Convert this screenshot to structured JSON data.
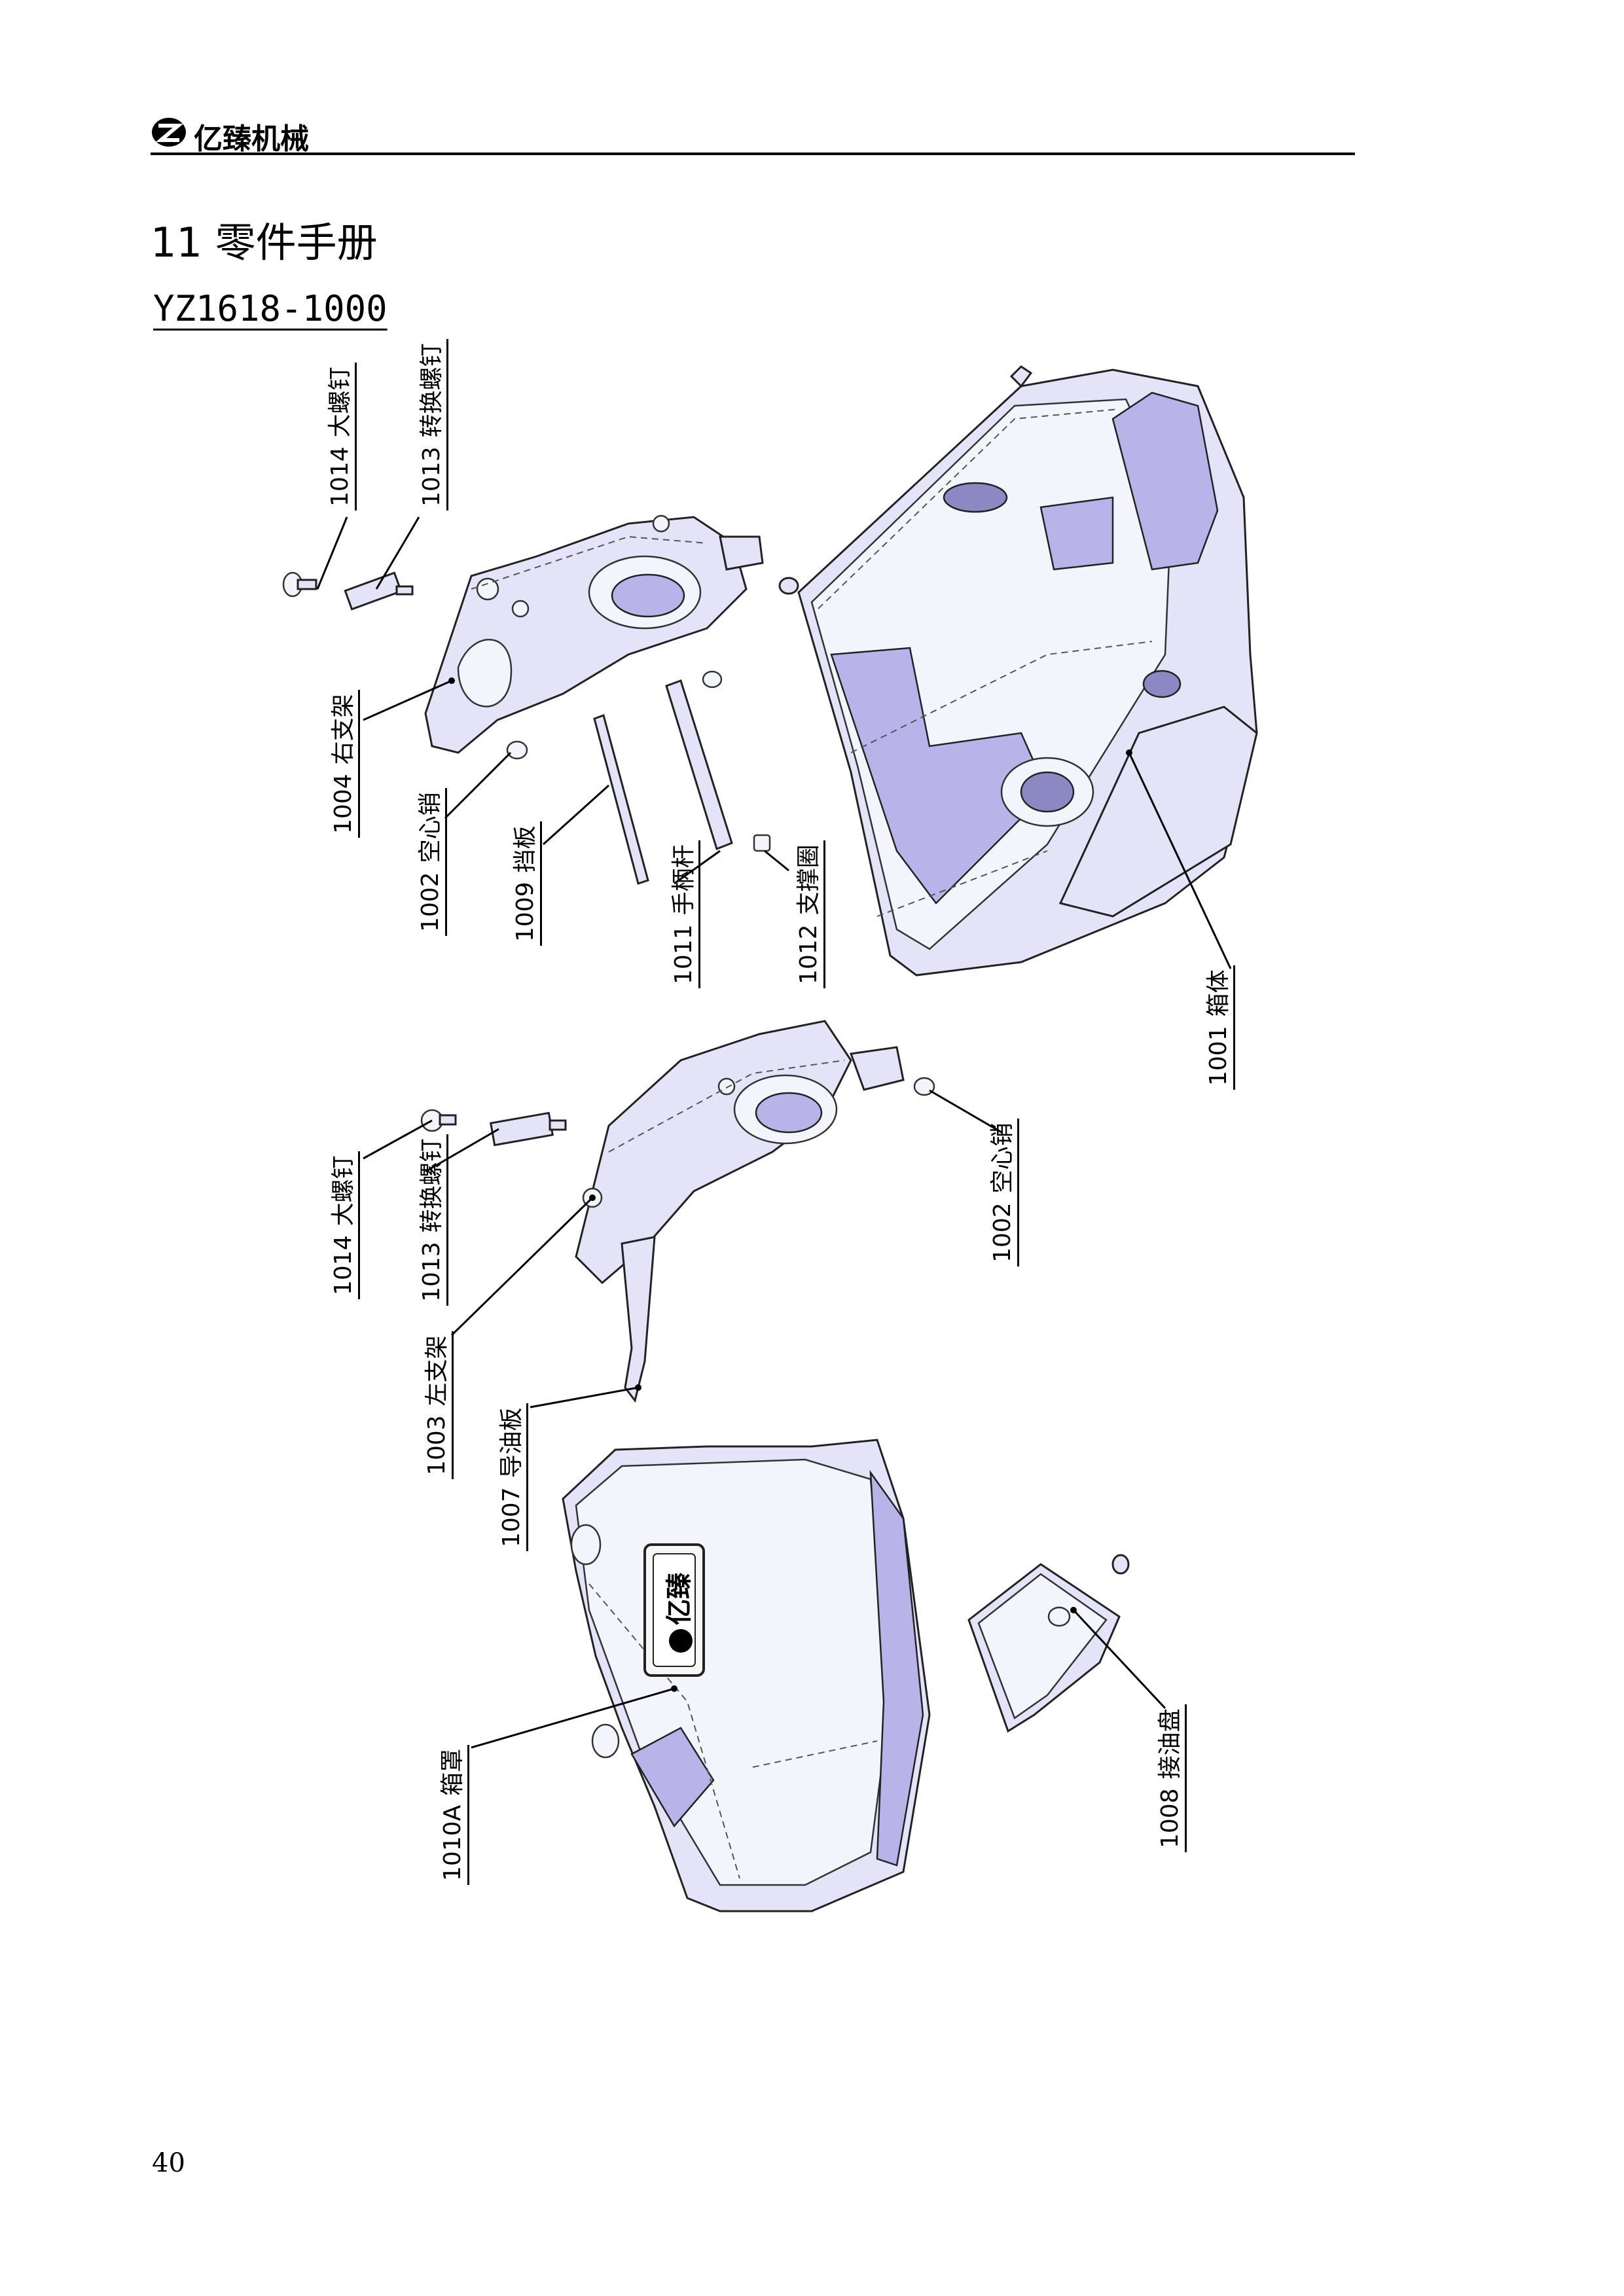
{
  "header": {
    "logo_icon": "yizhen-logo-icon",
    "brand": "亿臻机械"
  },
  "section": {
    "title": "11 零件手册",
    "model_code": "YZ1618-1000"
  },
  "callouts": {
    "c1014_top": {
      "num": "1014",
      "name": "大螺钉"
    },
    "c1013_top": {
      "num": "1013",
      "name": "转换螺钉"
    },
    "c1004": {
      "num": "1004",
      "name": "右支架"
    },
    "c1002_top": {
      "num": "1002",
      "name": "空心销"
    },
    "c1009": {
      "num": "1009",
      "name": "挡板"
    },
    "c1011": {
      "num": "1011",
      "name": "手柄杆"
    },
    "c1012": {
      "num": "1012",
      "name": "支撑圈"
    },
    "c1001": {
      "num": "1001",
      "name": "箱体"
    },
    "c1014_mid": {
      "num": "1014",
      "name": "大螺钉"
    },
    "c1013_mid": {
      "num": "1013",
      "name": "转换螺钉"
    },
    "c1003": {
      "num": "1003",
      "name": "左支架"
    },
    "c1002_mid": {
      "num": "1002",
      "name": "空心销"
    },
    "c1007": {
      "num": "1007",
      "name": "导油板"
    },
    "c1010A": {
      "num": "1010A",
      "name": "箱罩"
    },
    "c1008": {
      "num": "1008",
      "name": "接油盘"
    }
  },
  "cover_badge": {
    "logo_icon": "yizhen-logo-icon",
    "text": "亿臻"
  },
  "page_number": "40"
}
